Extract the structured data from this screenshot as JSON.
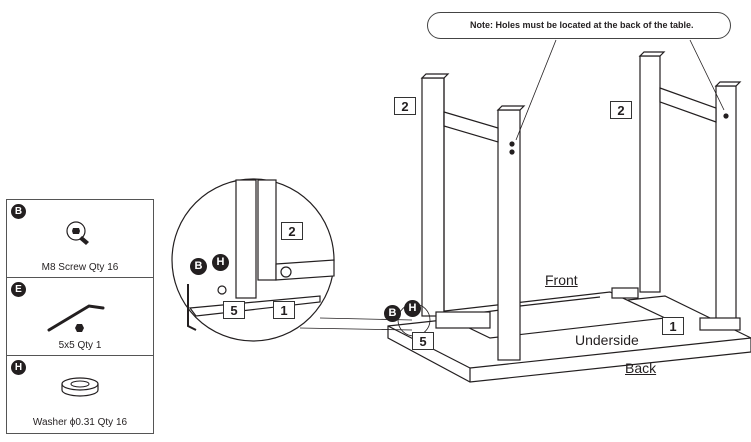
{
  "note": {
    "text": "Note: Holes must be located at the back of the table."
  },
  "parts": [
    {
      "id": "B",
      "label": "M8 Screw Qty 16"
    },
    {
      "id": "E",
      "label": "5x5 Qty 1"
    },
    {
      "id": "H",
      "label": "Washer ϕ0.31 Qty 16"
    }
  ],
  "callouts": {
    "leg_left": "2",
    "leg_right": "2",
    "detail_leg": "2",
    "detail_frame": "1",
    "detail_corner": "5",
    "main_frame": "1",
    "main_corner": "5",
    "detail_b": "B",
    "detail_h": "H",
    "main_b": "B",
    "main_h": "H"
  },
  "labels": {
    "front": "Front",
    "underside": "Underside",
    "back": "Back"
  }
}
